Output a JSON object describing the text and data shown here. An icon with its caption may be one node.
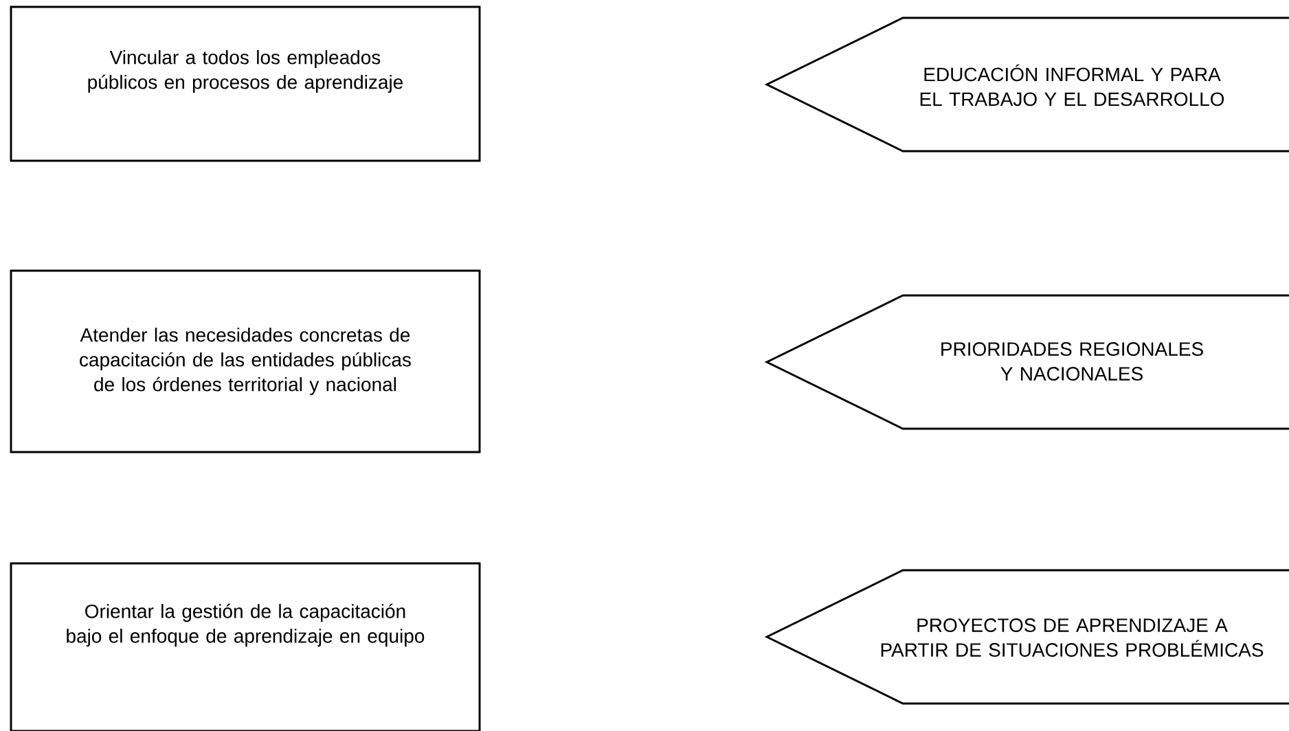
{
  "diagram": {
    "nodes": [
      {
        "text": [
          "Vincular a todos los empleados públicos en procesos de aprendizaje"
        ]
      },
      {
        "text": [
          "EDUCACIÓN INFORMAL Y PARA EL TRABAJO Y EL DESARROLLO"
        ]
      },
      {
        "text": [
          "Atender las necesidades concretas de capacitación de las entidades públicas de los órdenes territorial y nacional"
        ]
      },
      {
        "text": [
          "PRIORIDADES REGIONALES Y NACIONALES"
        ]
      },
      {
        "text": [
          "Orientar la gestión de la capacitación bajo el enfoque de aprendizaje en equipo"
        ]
      },
      {
        "text": [
          "PROYECTOS DE APRENDIZAJE A PARTIR DE SITUACIONES PROBLÉMICAS"
        ]
      }
    ]
  }
}
